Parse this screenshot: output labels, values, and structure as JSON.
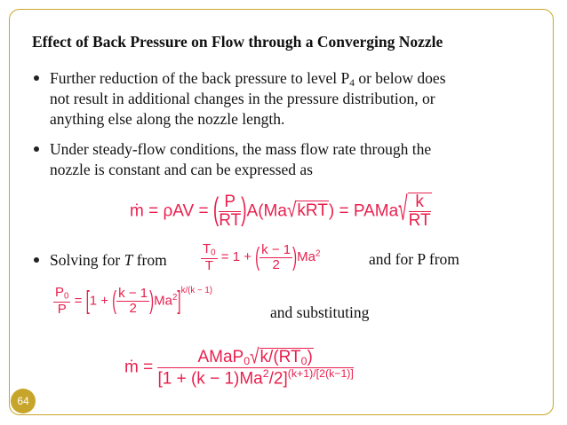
{
  "slide": {
    "title": "Effect of Back Pressure on Flow through a Converging Nozzle",
    "bullet1": {
      "line1_pre": "Further reduction of the back pressure to level P",
      "line1_sub": "4",
      "line1_post": " or below does",
      "line2": "not result in additional changes in the pressure distribution, or",
      "line3": "anything else along the nozzle length."
    },
    "bullet2": {
      "line1": "Under steady-flow conditions, the mass flow rate through the",
      "line2": "nozzle is constant and can be expressed as"
    },
    "bullet3": {
      "pre": "Solving for ",
      "var": "T",
      "post": " from",
      "and_for": "and for P from"
    },
    "and_substituting": "and substituting",
    "page_number": "64",
    "colors": {
      "border": "#c7a52a",
      "equation": "#e8204e",
      "page_badge": "#c7a52a"
    }
  },
  "equations": {
    "eq1": {
      "lhs": "ṁ = ρAV = ",
      "frac_num": "P",
      "frac_den": "RT",
      "mid": "A(Ma",
      "sqrt1": "kRT",
      "close": ") = PAMa",
      "sqrt2_num": "k",
      "sqrt2_den": "RT"
    },
    "eq2": {
      "lhs_num": "T",
      "lhs_num_sub": "0",
      "lhs_den": "T",
      "eq": " = 1 + ",
      "frac_num": "k − 1",
      "frac_den": "2",
      "ma": "Ma",
      "ma_exp": "2"
    },
    "eq3": {
      "lhs_num": "P",
      "lhs_num_sub": "0",
      "lhs_den": "P",
      "eq": " = ",
      "one": "1 + ",
      "frac_num": "k − 1",
      "frac_den": "2",
      "ma": "Ma",
      "ma_exp": "2",
      "outer_exp": "k/(k − 1)"
    },
    "eq4": {
      "lhs": "ṁ = ",
      "num_pre": "AMaP",
      "num_sub": "0",
      "num_sqrt_pre": "k/(RT",
      "num_sqrt_sub": "0",
      "num_sqrt_post": ")",
      "den_pre": "[1 + (k − 1)Ma",
      "den_exp1": "2",
      "den_post": "/2]",
      "den_exp": "(k+1)/[2(k−1)]"
    }
  }
}
